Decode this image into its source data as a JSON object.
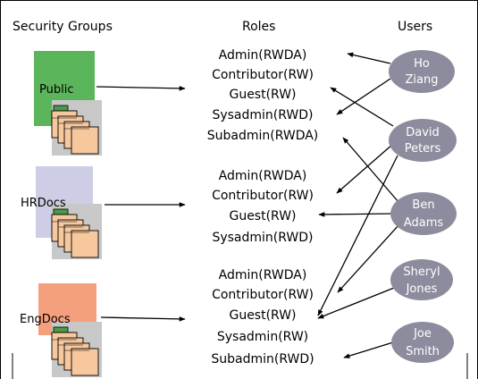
{
  "headers": {
    "groups": "Security Groups",
    "roles": "Roles",
    "users": "Users"
  },
  "colors": {
    "public": "#5bb55b",
    "hrdocs": "#cdcde6",
    "engdocs": "#f4a07e",
    "user_oval": "#8c8c9e",
    "folder": "#f7c89e",
    "folder_tab": "#4a9a48"
  },
  "groups": [
    {
      "name": "Public",
      "icon": "folder-stack-icon"
    },
    {
      "name": "HRDocs",
      "icon": "folder-stack-icon"
    },
    {
      "name": "EngDocs",
      "icon": "folder-stack-icon"
    }
  ],
  "role_sets": [
    {
      "group": "Public",
      "roles": [
        "Admin(RWDA)",
        "Contributor(RW)",
        "Guest(RW)",
        "Sysadmin(RWD)",
        "Subadmin(RWDA)"
      ]
    },
    {
      "group": "HRDocs",
      "roles": [
        "Admin(RWDA)",
        "Contributor(RW)",
        "Guest(RW)",
        "Sysadmin(RWD)"
      ]
    },
    {
      "group": "EngDocs",
      "roles": [
        "Admin(RWDA)",
        "Contributor(RW)",
        "Guest(RW)",
        "Sysadmin(RW)",
        "Subadmin(RWD)"
      ]
    }
  ],
  "users": [
    {
      "line1": "Ho",
      "line2": "Ziang"
    },
    {
      "line1": "David",
      "line2": "Peters"
    },
    {
      "line1": "Ben",
      "line2": "Adams"
    },
    {
      "line1": "Sheryl",
      "line2": "Jones"
    },
    {
      "line1": "Joe",
      "line2": "Smith"
    }
  ],
  "assignments": [
    {
      "user": "Ho Ziang",
      "role_set": "Public",
      "role": "Admin(RWDA)"
    },
    {
      "user": "Ho Ziang",
      "role_set": "Public",
      "role": "Sysadmin(RWD)"
    },
    {
      "user": "David Peters",
      "role_set": "Public",
      "role": "Guest(RW)"
    },
    {
      "user": "David Peters",
      "role_set": "HRDocs",
      "role": "Contributor(RW)"
    },
    {
      "user": "David Peters",
      "role_set": "EngDocs",
      "role": "Guest(RW)"
    },
    {
      "user": "Ben Adams",
      "role_set": "Public",
      "role": "Subadmin(RWDA)"
    },
    {
      "user": "Ben Adams",
      "role_set": "HRDocs",
      "role": "Guest(RW)"
    },
    {
      "user": "Ben Adams",
      "role_set": "EngDocs",
      "role": "Contributor(RW)"
    },
    {
      "user": "Sheryl Jones",
      "role_set": "EngDocs",
      "role": "Guest(RW)"
    },
    {
      "user": "Joe Smith",
      "role_set": "EngDocs",
      "role": "Subadmin(RWD)"
    }
  ]
}
